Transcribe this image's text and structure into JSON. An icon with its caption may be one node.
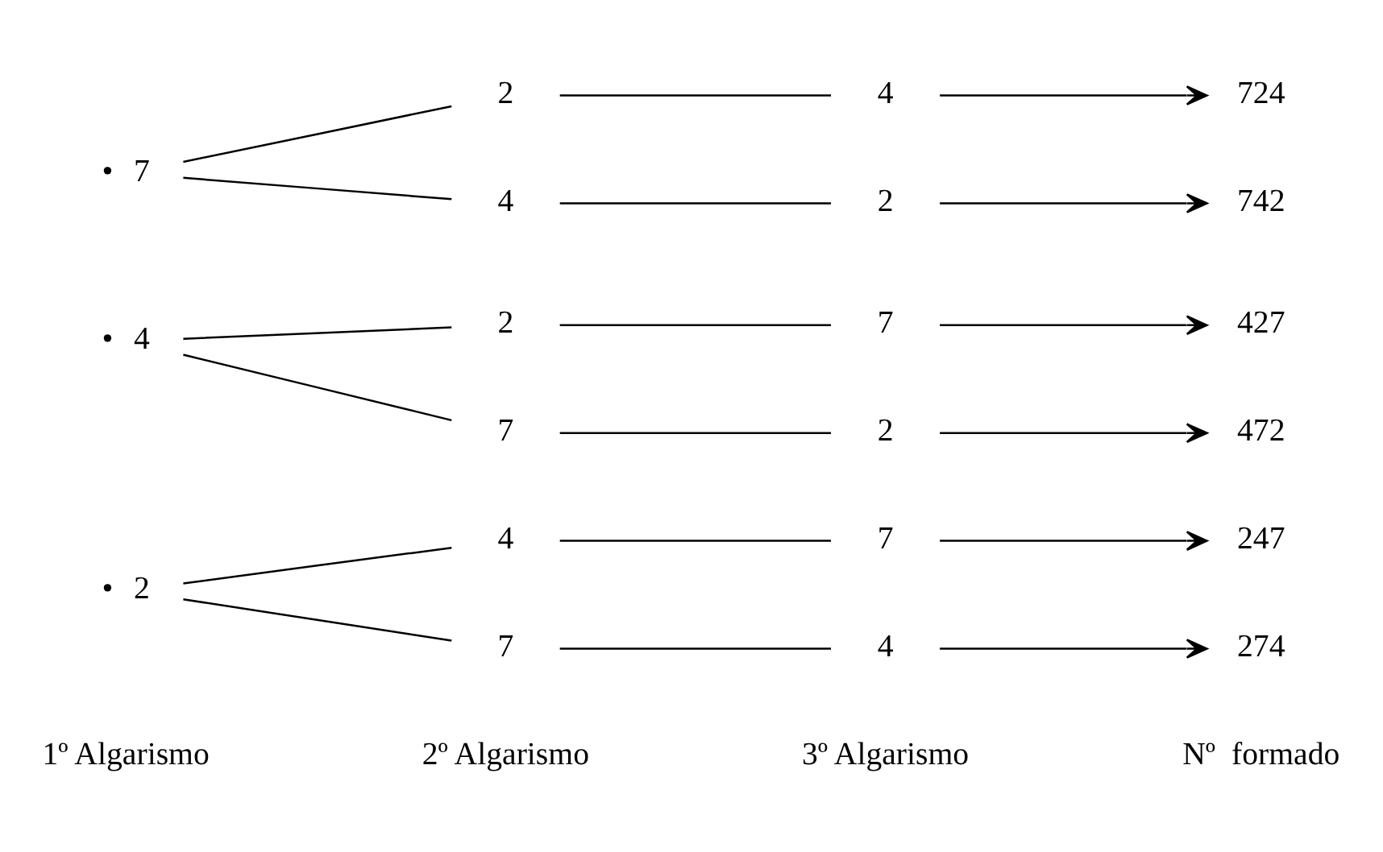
{
  "diagram": {
    "nodes": [
      {
        "text": [
          "2"
        ],
        "beside": [
          "•"
        ]
      },
      {
        "text": [
          "4"
        ]
      },
      {
        "text": [
          "7"
        ]
      },
      {
        "text": [
          "247"
        ]
      },
      {
        "text": [
          "7"
        ]
      },
      {
        "text": [
          "4"
        ]
      },
      {
        "text": [
          "274"
        ]
      },
      {
        "text": [
          "4"
        ],
        "beside": [
          "•"
        ]
      },
      {
        "text": [
          "2"
        ]
      },
      {
        "text": [
          "7"
        ]
      },
      {
        "text": [
          "427"
        ]
      },
      {
        "text": [
          "7"
        ]
      },
      {
        "text": [
          "2"
        ]
      },
      {
        "text": [
          "472"
        ]
      },
      {
        "text": [
          "7"
        ],
        "beside": [
          "•"
        ]
      },
      {
        "text": [
          "2"
        ]
      },
      {
        "text": [
          "4"
        ]
      },
      {
        "text": [
          "724"
        ]
      },
      {
        "text": [
          "4"
        ]
      },
      {
        "text": [
          "2"
        ]
      },
      {
        "text": [
          "742"
        ]
      }
    ],
    "edges": [
      {
        "from": 0,
        "to": 1,
        "arrow": "none"
      },
      {
        "from": 1,
        "to": 2,
        "arrow": "none"
      },
      {
        "from": 2,
        "to": 3,
        "arrow": "to"
      },
      {
        "from": 0,
        "to": 4,
        "arrow": "none"
      },
      {
        "from": 4,
        "to": 5,
        "arrow": "none"
      },
      {
        "from": 5,
        "to": 6,
        "arrow": "to"
      },
      {
        "from": 7,
        "to": 8,
        "arrow": "none"
      },
      {
        "from": 8,
        "to": 9,
        "arrow": "none"
      },
      {
        "from": 9,
        "to": 10,
        "arrow": "to"
      },
      {
        "from": 7,
        "to": 11,
        "arrow": "none"
      },
      {
        "from": 11,
        "to": 12,
        "arrow": "none"
      },
      {
        "from": 12,
        "to": 13,
        "arrow": "to"
      },
      {
        "from": 14,
        "to": 15,
        "arrow": "none"
      },
      {
        "from": 15,
        "to": 16,
        "arrow": "none"
      },
      {
        "from": 16,
        "to": 17,
        "arrow": "to"
      },
      {
        "from": 14,
        "to": 18,
        "arrow": "none"
      },
      {
        "from": 18,
        "to": 19,
        "arrow": "none"
      },
      {
        "from": 19,
        "to": 20,
        "arrow": "to"
      }
    ],
    "labels": [
      "1º Algarismo",
      "2º Algarismo",
      "3º Algarismo",
      "Nº  formado"
    ]
  }
}
